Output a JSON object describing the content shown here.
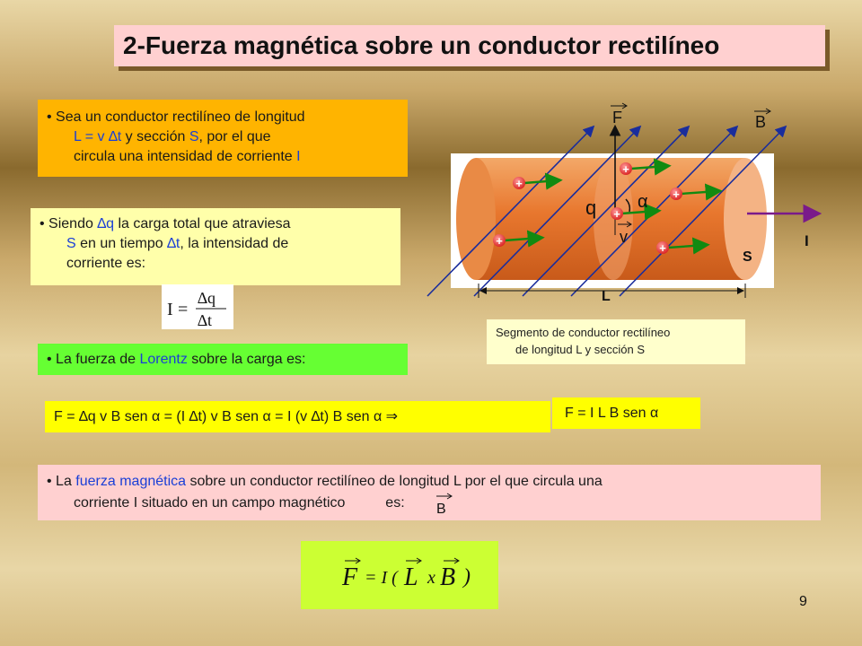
{
  "title": "2-Fuerza magnética sobre un conductor rectilíneo",
  "paragraph1": {
    "line1": "Sea un conductor rectilíneo de longitud",
    "expr": "L = v ∆t",
    "mid": " y sección ",
    "s": "S",
    "rest": ", por el que",
    "line3a": "circula una intensidad de corriente ",
    "i": "I"
  },
  "paragraph2": {
    "a": "Siendo ",
    "dq": "∆q",
    "b": " la carga total que atraviesa",
    "s": "S",
    "c": " en un tiempo ",
    "dt": "∆t",
    "d": ", la intensidad de",
    "e": "corriente es:"
  },
  "formula_current": {
    "lhs": "I",
    "eq": "=",
    "num": "∆q",
    "den": "∆t"
  },
  "paragraph3": {
    "a": "La fuerza de ",
    "lorentz": "Lorentz",
    "b": " sobre la carga es:"
  },
  "force_derivation": "F = ∆q v B sen α = (I ∆t) v B sen α = I (v ∆t) B sen α   ⇒",
  "force_result": "F = I L B sen α",
  "paragraph6": {
    "a": "La ",
    "fm": "fuerza magnética",
    "b": " sobre un conductor rectilíneo de longitud L por el que circula una",
    "c": "corriente I situado en un campo magnético ",
    "B": "B",
    "d": " es:"
  },
  "vector_formula": {
    "F": "F",
    "eq": "= I (",
    "L": "L",
    "x": "x",
    "B": "B",
    "close": ")"
  },
  "diagram": {
    "F": "F",
    "B": "B",
    "q": "q",
    "alpha": "α",
    "v": "v",
    "I": "I",
    "S": "S",
    "L": "L",
    "plus": "+"
  },
  "caption": {
    "line1": "Segmento de conductor rectilíneo",
    "line2": "de longitud L y sección S"
  },
  "page_number": "9"
}
